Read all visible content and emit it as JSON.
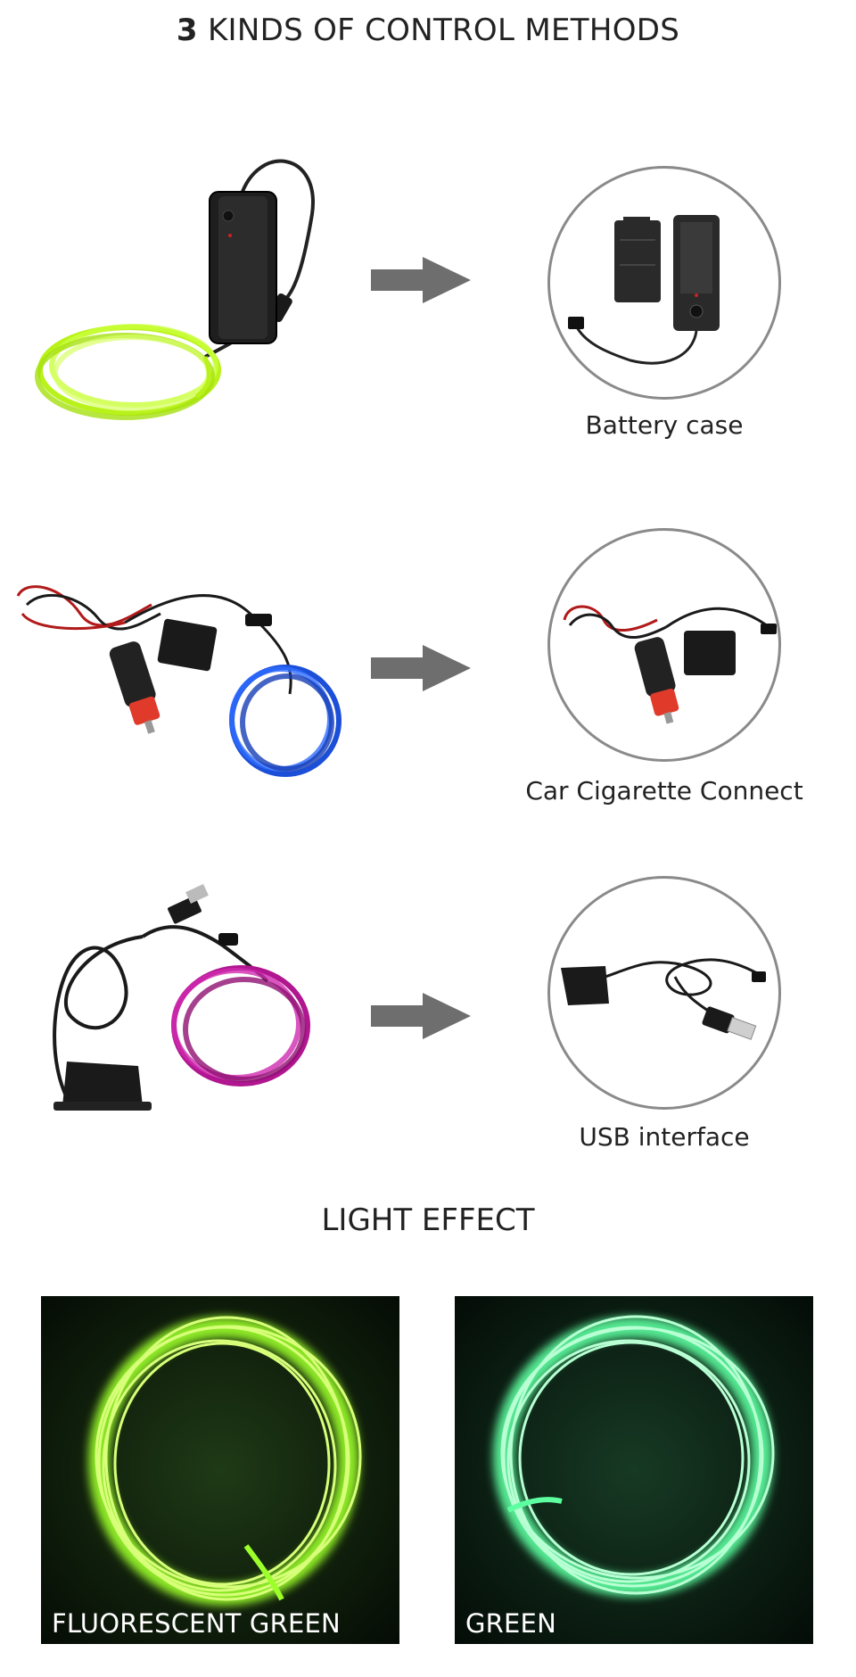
{
  "header": {
    "title_number": "3",
    "title_text": "KINDS OF CONTROL METHODS"
  },
  "methods": [
    {
      "caption": "Battery case",
      "wire_color": "#b8f21a"
    },
    {
      "caption": "Car Cigarette Connect",
      "wire_color": "#1c4fd8"
    },
    {
      "caption": "USB interface",
      "wire_color": "#b0168f"
    }
  ],
  "light_effect": {
    "title": "LIGHT EFFECT",
    "colors": [
      {
        "label": "FLUORESCENT GREEN",
        "glow": "#9cff2a"
      },
      {
        "label": "GREEN",
        "glow": "#5dffa0"
      }
    ]
  },
  "arrow_color": "#6e6e6e"
}
